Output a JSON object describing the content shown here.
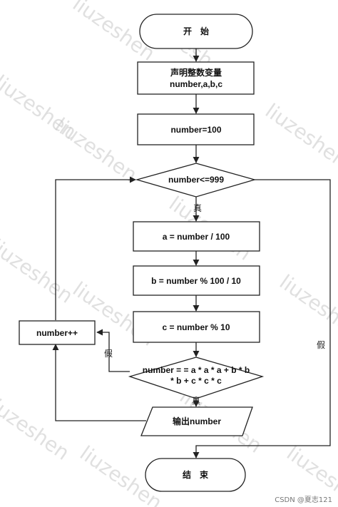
{
  "nodes": {
    "start": "开　始",
    "declare_line1": "声明整数变量",
    "declare_line2": "number,a,b,c",
    "init": "number=100",
    "loop_cond": "number<=999",
    "calc_a": "a = number / 100",
    "calc_b": "b = number % 100 / 10",
    "calc_c": "c = number % 10",
    "check_line1": "number = = a * a * a + b * b",
    "check_line2": "* b + c * c * c",
    "output": "输出number",
    "increment": "number++",
    "end": "结　束"
  },
  "edge_labels": {
    "loop_true": "真",
    "loop_false": "假",
    "check_true": "真",
    "check_false": "假"
  },
  "watermark": "liuzeshen",
  "credit": "CSDN @夏志121",
  "colors": {
    "stroke": "#222222",
    "watermark": "#c8c8c8",
    "background": "#ffffff"
  }
}
